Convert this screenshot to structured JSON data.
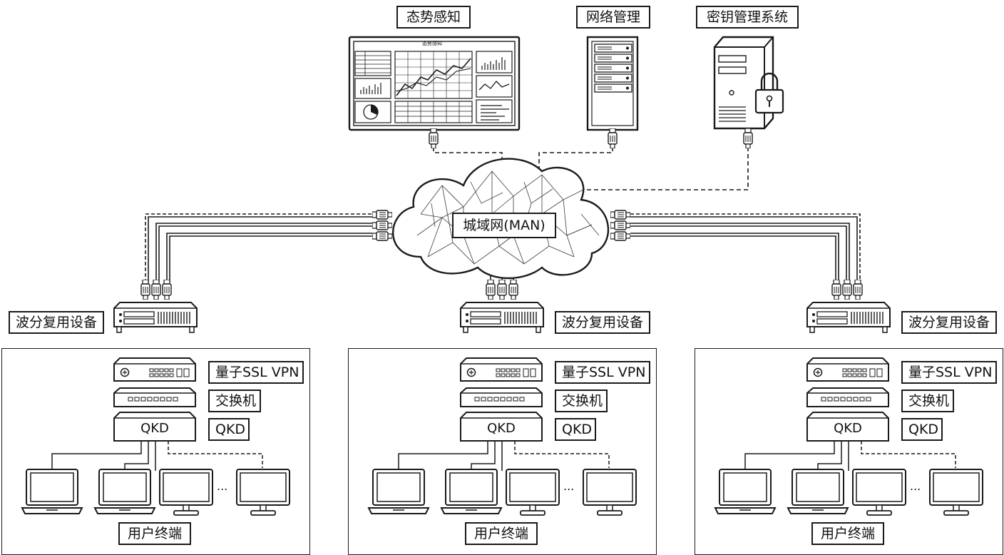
{
  "top_labels": {
    "situation": "态势感知",
    "network_mgmt": "网络管理",
    "kms": "密钥管理系统"
  },
  "dashboard_header": "态势感知",
  "cloud_label": "城域网(MAN)",
  "sites": [
    {
      "wdm_label": "波分复用设备",
      "vpn_label": "量子SSL VPN",
      "switch_label": "交换机",
      "qkd_box": "QKD",
      "qkd_label": "QKD",
      "ellipsis": "...",
      "users_label": "用户终端"
    },
    {
      "wdm_label": "波分复用设备",
      "vpn_label": "量子SSL VPN",
      "switch_label": "交换机",
      "qkd_box": "QKD",
      "qkd_label": "QKD",
      "ellipsis": "...",
      "users_label": "用户终端"
    },
    {
      "wdm_label": "波分复用设备",
      "vpn_label": "量子SSL VPN",
      "switch_label": "交换机",
      "qkd_box": "QKD",
      "qkd_label": "QKD",
      "ellipsis": "...",
      "users_label": "用户终端"
    }
  ],
  "colors": {
    "line": "#1a1a1a",
    "background": "#ffffff"
  }
}
